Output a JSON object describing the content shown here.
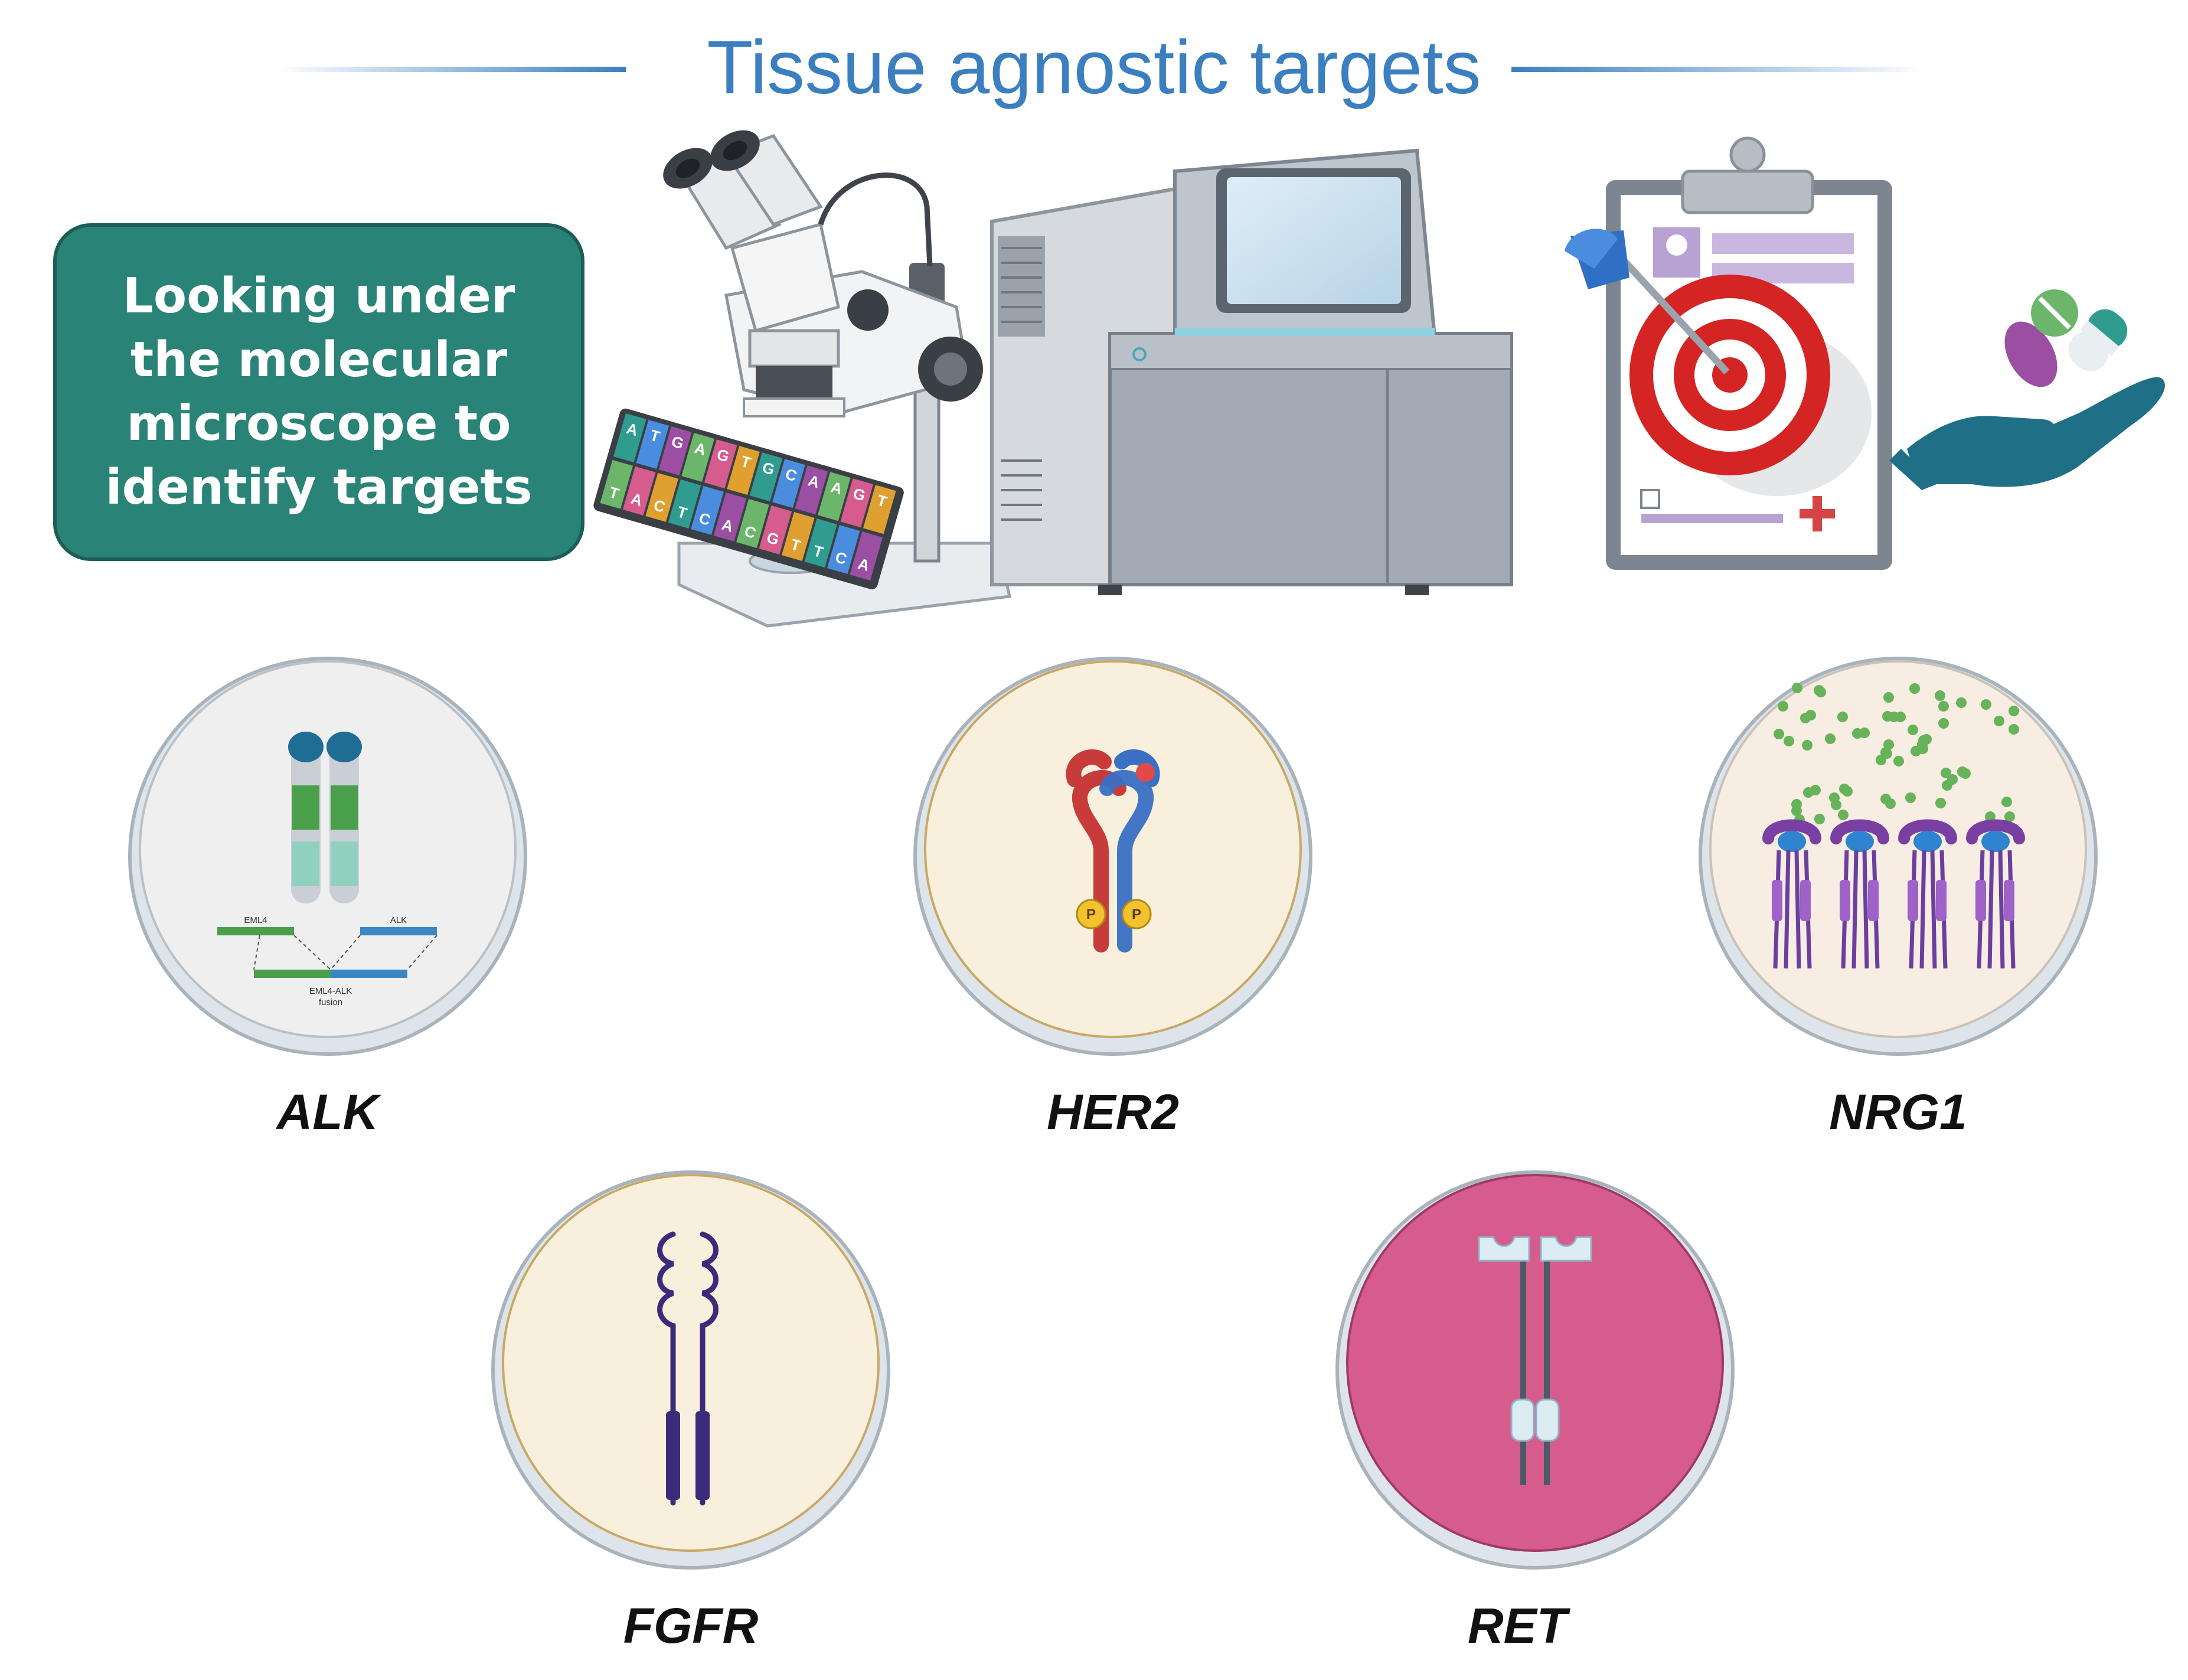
{
  "title": "Tissue agnostic targets",
  "callout": {
    "text": "Looking under\nthe molecular\nmicroscope to\nidentify targets"
  },
  "dna": {
    "top_strand": [
      "A",
      "T",
      "G",
      "A",
      "G",
      "T",
      "G",
      "C",
      "A",
      "A",
      "G",
      "T"
    ],
    "bottom_strand": [
      "T",
      "A",
      "C",
      "T",
      "C",
      "A",
      "C",
      "G",
      "T",
      "T",
      "C",
      "A"
    ]
  },
  "alk_diagram": {
    "left_gene": "EML4",
    "right_gene": "ALK",
    "fusion_label": "EML4-ALK",
    "fusion_sublabel": "fusion"
  },
  "phospho_label": "P",
  "targets": [
    {
      "name": "ALK"
    },
    {
      "name": "HER2"
    },
    {
      "name": "NRG1"
    },
    {
      "name": "FGFR"
    },
    {
      "name": "RET"
    }
  ],
  "colors": {
    "title": "#3b7fc0",
    "callout_bg": "#2a8377",
    "dish_alk": "#efefef",
    "dish_cream": "#f8f0dd",
    "dish_nrg1": "#f7ede2",
    "dish_ret": "#d65c8e"
  },
  "icons": [
    "microscope-icon",
    "sequencer-icon",
    "clipboard-icon",
    "target-icon",
    "dart-icon",
    "pills-hand-icon"
  ]
}
